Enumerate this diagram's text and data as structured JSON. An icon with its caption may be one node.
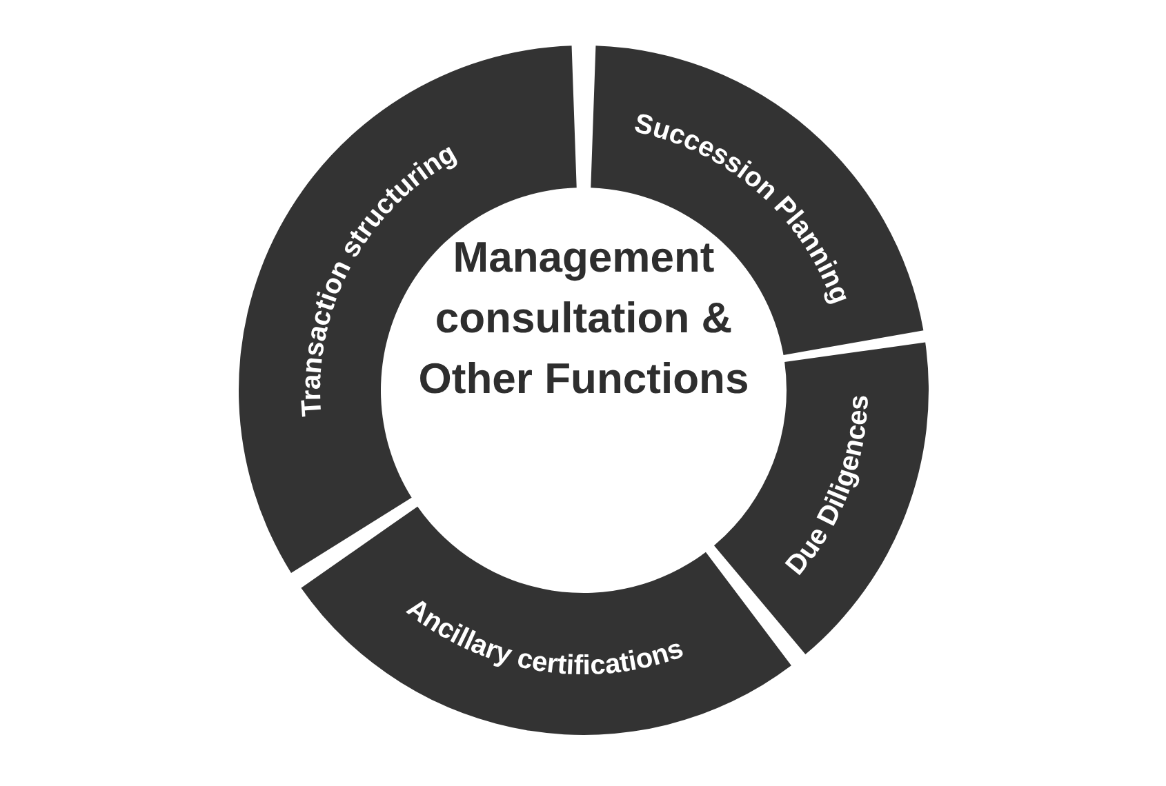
{
  "diagram": {
    "title": "Management consultation & Other Functions",
    "nodes": [
      {
        "text": [
          "Transaction structuring"
        ]
      },
      {
        "text": [
          "Succession Planning"
        ]
      },
      {
        "text": [
          "Due Diligences"
        ]
      },
      {
        "text": [
          "Ancillary certifications"
        ]
      }
    ]
  }
}
